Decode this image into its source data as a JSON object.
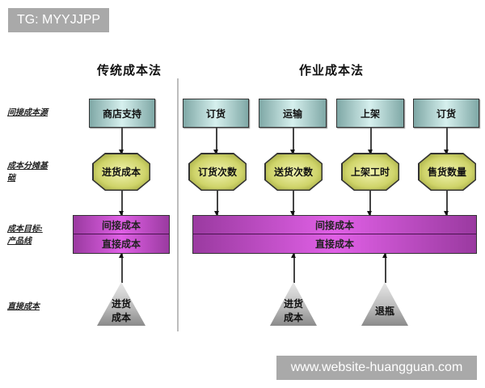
{
  "watermarks": {
    "top_left": "TG: MYYJJPP",
    "bottom_right": "www.website-huangguan.com"
  },
  "sections": {
    "traditional": {
      "title": "传统成本法"
    },
    "activity_based": {
      "title": "作业成本法"
    }
  },
  "row_labels": {
    "indirect_cost_source": "间接成本源",
    "cost_allocation_basis_line1": "成本分摊基",
    "cost_allocation_basis_line2": "础",
    "cost_object_line1": "成本目标:",
    "cost_object_line2": "产品线",
    "direct_cost": "直接成本"
  },
  "traditional": {
    "source": "商店支持",
    "driver": "进货成本",
    "cost_band": {
      "indirect": "间接成本",
      "direct": "直接成本"
    },
    "direct_input": {
      "line1": "进货",
      "line2": "成本"
    }
  },
  "activity_based": {
    "sources": [
      "订货",
      "运输",
      "上架",
      "订货"
    ],
    "drivers": [
      "订货次数",
      "送货次数",
      "上架工时",
      "售货数量"
    ],
    "cost_band": {
      "indirect": "间接成本",
      "direct": "直接成本"
    },
    "direct_inputs": [
      {
        "line1": "进货",
        "line2": "成本"
      },
      {
        "line1": "退瓶",
        "line2": ""
      }
    ]
  },
  "colors": {
    "source_box": "#a9d0ce",
    "driver_octagon": "#d4d86e",
    "cost_band": "#c24cc8",
    "direct_triangle": "#b8b8b8",
    "watermark_bg": "#a9a9a9"
  }
}
